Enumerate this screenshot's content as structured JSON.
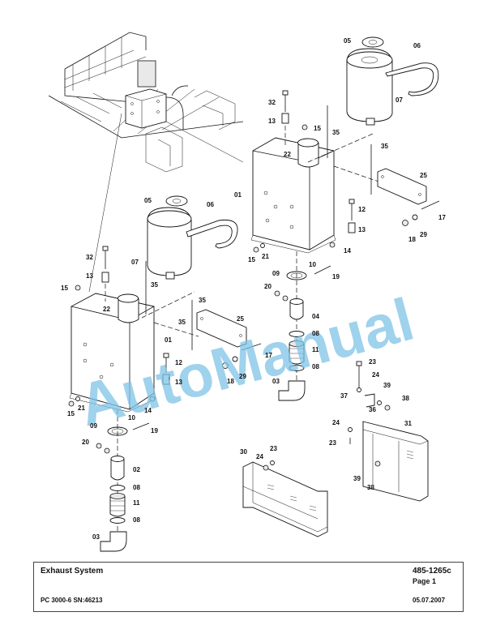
{
  "title_block": {
    "title": "Exhaust System",
    "document_number": "485-1265c",
    "page": "Page 1",
    "model": "PC 3000-6 SN:46213",
    "date": "05.07.2007"
  },
  "watermark": {
    "text": "AutoManual",
    "color": "#7fc3e6"
  },
  "callouts": [
    "05",
    "06",
    "07",
    "32",
    "13",
    "15",
    "35",
    "22",
    "01",
    "35",
    "25",
    "12",
    "13",
    "17",
    "29",
    "18",
    "15",
    "21",
    "14",
    "10",
    "09",
    "19",
    "20",
    "04",
    "08",
    "11",
    "08",
    "03",
    "05",
    "06",
    "07",
    "32",
    "13",
    "15",
    "35",
    "22",
    "35",
    "01",
    "35",
    "25",
    "12",
    "13",
    "17",
    "29",
    "18",
    "15",
    "21",
    "14",
    "10",
    "09",
    "19",
    "20",
    "02",
    "08",
    "11",
    "08",
    "03",
    "23",
    "24",
    "39",
    "37",
    "38",
    "36",
    "31",
    "24",
    "23",
    "39",
    "38",
    "30",
    "24",
    "23"
  ]
}
